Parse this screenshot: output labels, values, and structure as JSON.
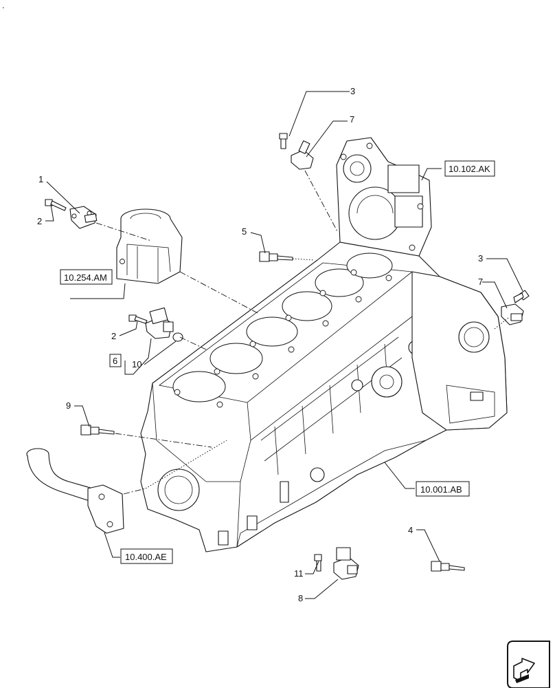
{
  "top_mark": ".",
  "callouts": [
    {
      "id": "c1",
      "label": "1"
    },
    {
      "id": "c2a",
      "label": "2"
    },
    {
      "id": "c2b",
      "label": "2"
    },
    {
      "id": "c3a",
      "label": "3"
    },
    {
      "id": "c3b",
      "label": "3"
    },
    {
      "id": "c4",
      "label": "4"
    },
    {
      "id": "c5",
      "label": "5"
    },
    {
      "id": "c6",
      "label": "6"
    },
    {
      "id": "c7a",
      "label": "7"
    },
    {
      "id": "c7b",
      "label": "7"
    },
    {
      "id": "c8",
      "label": "8"
    },
    {
      "id": "c9",
      "label": "9"
    },
    {
      "id": "c10",
      "label": "10"
    },
    {
      "id": "c11",
      "label": "11"
    }
  ],
  "references": {
    "timing_case": "10.102.AK",
    "intake_manifold": "10.254.AM",
    "engine_block": "10.001.AB",
    "water_pipe": "10.400.AE"
  },
  "nav_icon": "next-page-arrow-icon"
}
